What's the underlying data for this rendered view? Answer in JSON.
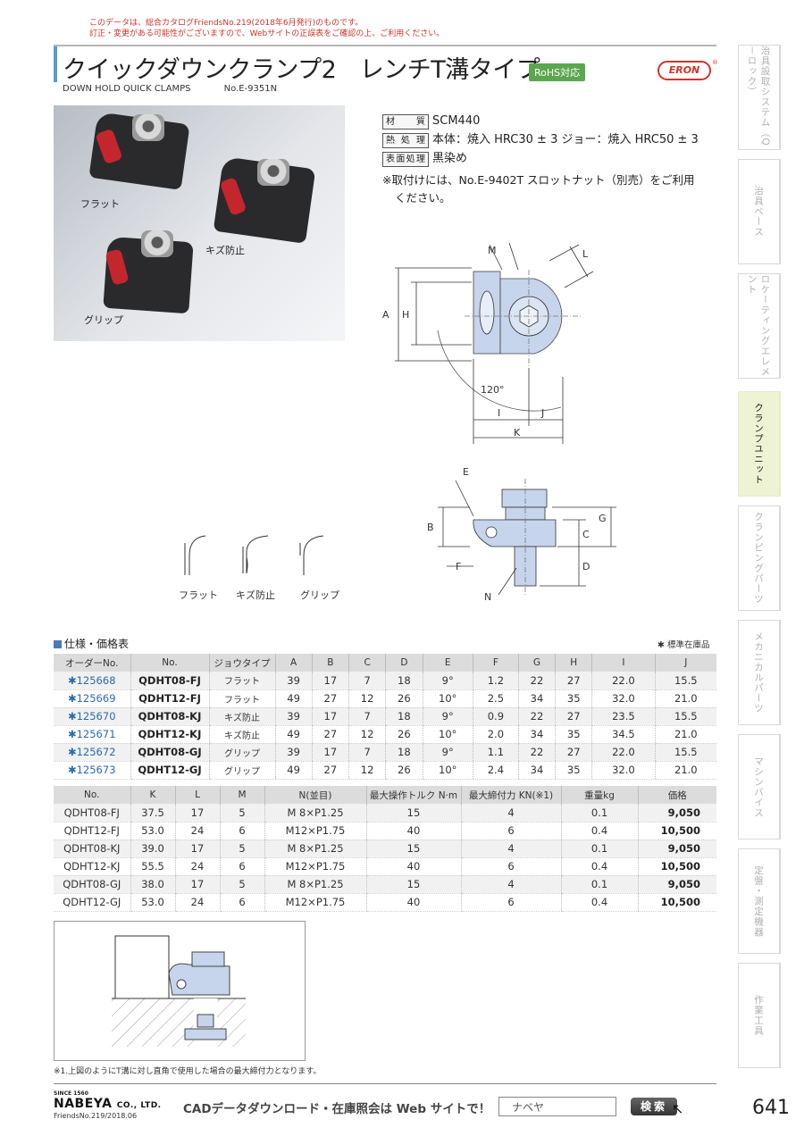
{
  "notice": {
    "line1": "このデータは、総合カタログFriendsNo.219(2018年6月発行)のものです。",
    "line2": "訂正・変更がある可能性がございますので、Webサイトの正誤表をご確認の上、ご利用ください。"
  },
  "header": {
    "title": "クイックダウンクランプ2　レンチT溝タイプ",
    "rohs": "RoHS対応",
    "logo": "ERON",
    "logo_mark": "®",
    "subtitle_en": "DOWN HOLD QUICK CLAMPS",
    "subtitle_no": "No.E-9351N"
  },
  "photo": {
    "labels": [
      "フラット",
      "キズ防止",
      "グリップ"
    ]
  },
  "specs": [
    {
      "key": "材　質",
      "value": "SCM440"
    },
    {
      "key": "熱処理",
      "value": "本体：焼入 HRC30 ± 3 ジョー：焼入 HRC50 ± 3"
    },
    {
      "key": "表面処理",
      "value": "黒染め"
    }
  ],
  "note": {
    "line1": "※取付けには、No.E-9402T スロットナット（別売）をご利用",
    "line2": "ください。"
  },
  "drawing": {
    "dims_top": [
      "M",
      "L",
      "A",
      "H",
      "120°",
      "I",
      "J",
      "K"
    ],
    "dims_side": [
      "E",
      "B",
      "G",
      "C",
      "F",
      "D",
      "N"
    ],
    "jaw_labels": [
      "フラット",
      "キズ防止",
      "グリップ"
    ]
  },
  "side_tabs": [
    {
      "label": "治具設取システム（Q－ロック）",
      "active": false
    },
    {
      "label": "治具ベース",
      "active": false
    },
    {
      "label": "ロケーティングエレメント",
      "active": false
    },
    {
      "label": "クランプユニット",
      "active": true
    },
    {
      "label": "クランピングパーツ",
      "active": false
    },
    {
      "label": "メカニカルパーツ",
      "active": false
    },
    {
      "label": "マシンバイス",
      "active": false
    },
    {
      "label": "定盤・測定機器",
      "active": false
    },
    {
      "label": "作業工具",
      "active": false
    }
  ],
  "section": {
    "title": "仕様・価格表",
    "stock_note": "✱ 標準在庫品"
  },
  "table1": {
    "headers": [
      "オーダーNo.",
      "No.",
      "ジョウタイプ",
      "A",
      "B",
      "C",
      "D",
      "E",
      "F",
      "G",
      "H",
      "I",
      "J"
    ],
    "rows": [
      [
        "✱125668",
        "QDHT08-FJ",
        "フラット",
        "39",
        "17",
        "7",
        "18",
        "9°",
        "1.2",
        "22",
        "27",
        "22.0",
        "15.5"
      ],
      [
        "✱125669",
        "QDHT12-FJ",
        "フラット",
        "49",
        "27",
        "12",
        "26",
        "10°",
        "2.5",
        "34",
        "35",
        "32.0",
        "21.0"
      ],
      [
        "✱125670",
        "QDHT08-KJ",
        "キズ防止",
        "39",
        "17",
        "7",
        "18",
        "9°",
        "0.9",
        "22",
        "27",
        "23.5",
        "15.5"
      ],
      [
        "✱125671",
        "QDHT12-KJ",
        "キズ防止",
        "49",
        "27",
        "12",
        "26",
        "10°",
        "2.0",
        "34",
        "35",
        "34.5",
        "21.0"
      ],
      [
        "✱125672",
        "QDHT08-GJ",
        "グリップ",
        "39",
        "17",
        "7",
        "18",
        "9°",
        "1.1",
        "22",
        "27",
        "22.0",
        "15.5"
      ],
      [
        "✱125673",
        "QDHT12-GJ",
        "グリップ",
        "49",
        "27",
        "12",
        "26",
        "10°",
        "2.4",
        "34",
        "35",
        "32.0",
        "21.0"
      ]
    ]
  },
  "table2": {
    "headers": [
      "No.",
      "K",
      "L",
      "M",
      "N(並目)",
      "最大操作トルク N·m",
      "最大締付力 KN(※1)",
      "重量kg",
      "価格"
    ],
    "rows": [
      [
        "QDHT08-FJ",
        "37.5",
        "17",
        "5",
        "M 8×P1.25",
        "15",
        "4",
        "0.1",
        "9,050"
      ],
      [
        "QDHT12-FJ",
        "53.0",
        "24",
        "6",
        "M12×P1.75",
        "40",
        "6",
        "0.4",
        "10,500"
      ],
      [
        "QDHT08-KJ",
        "39.0",
        "17",
        "5",
        "M 8×P1.25",
        "15",
        "4",
        "0.1",
        "9,050"
      ],
      [
        "QDHT12-KJ",
        "55.5",
        "24",
        "6",
        "M12×P1.75",
        "40",
        "6",
        "0.4",
        "10,500"
      ],
      [
        "QDHT08-GJ",
        "38.0",
        "17",
        "5",
        "M 8×P1.25",
        "15",
        "4",
        "0.1",
        "9,050"
      ],
      [
        "QDHT12-GJ",
        "53.0",
        "24",
        "6",
        "M12×P1.75",
        "40",
        "6",
        "0.4",
        "10,500"
      ]
    ]
  },
  "footnote": "※1.上図のようにT溝に対し直角で使用した場合の最大締付力となります。",
  "footer": {
    "since": "SINCE 1560",
    "company": "NABEYA",
    "company_suffix": "CO., LTD.",
    "friends": "FriendsNo.219/2018.06",
    "cad_text": "CADデータダウンロード・在庫照会は Web サイトで！",
    "search_value": "ナベヤ",
    "search_button": "検索",
    "page_number": "641"
  }
}
